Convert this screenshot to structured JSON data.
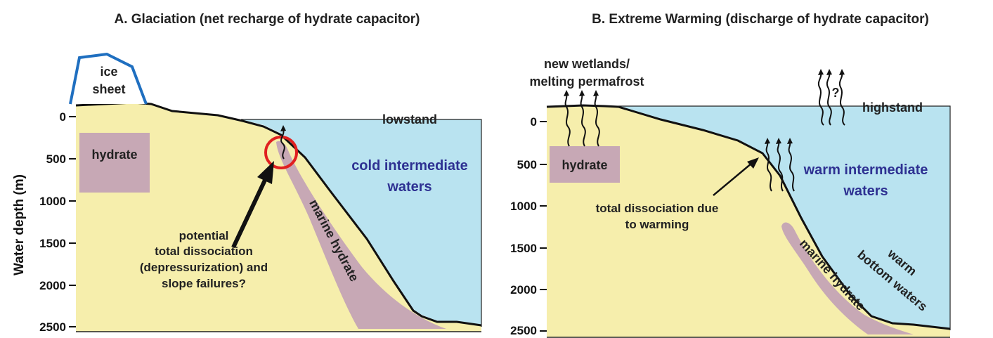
{
  "panel_a": {
    "title": "A. Glaciation (net recharge of hydrate capacitor)",
    "ice_sheet_line1": "ice",
    "ice_sheet_line2": "sheet",
    "sea_level": "lowstand",
    "hydrate": "hydrate",
    "water_mass_line1": "cold intermediate",
    "water_mass_line2": "waters",
    "marine_hydrate": "marine hydrate",
    "annotation": [
      "potential",
      "total dissociation",
      "(depressurization) and",
      "slope failures?"
    ],
    "ylabel": "Water depth (m)",
    "ticks": [
      "0",
      "500",
      "1000",
      "1500",
      "2000",
      "2500"
    ]
  },
  "panel_b": {
    "title": "B. Extreme Warming (discharge of hydrate capacitor)",
    "wetlands_line1": "new wetlands/",
    "wetlands_line2": "melting permafrost",
    "question": "?",
    "sea_level": "highstand",
    "hydrate": "hydrate",
    "water_mass_line1": "warm intermediate",
    "water_mass_line2": "waters",
    "dissociation_line1": "total dissociation due",
    "dissociation_line2": "to warming",
    "marine_hydrate": "marine hydrate",
    "bottom_line1": "warm",
    "bottom_line2": "bottom waters",
    "ticks": [
      "0",
      "500",
      "1000",
      "1500",
      "2000",
      "2500"
    ]
  },
  "colors": {
    "water": "#b9e3f0",
    "sediment": "#f6eeac",
    "hydrate": "#c7a8b5",
    "ice_outline": "#1f6fc0",
    "circle": "#e02020",
    "water_label": "#2e3192"
  }
}
